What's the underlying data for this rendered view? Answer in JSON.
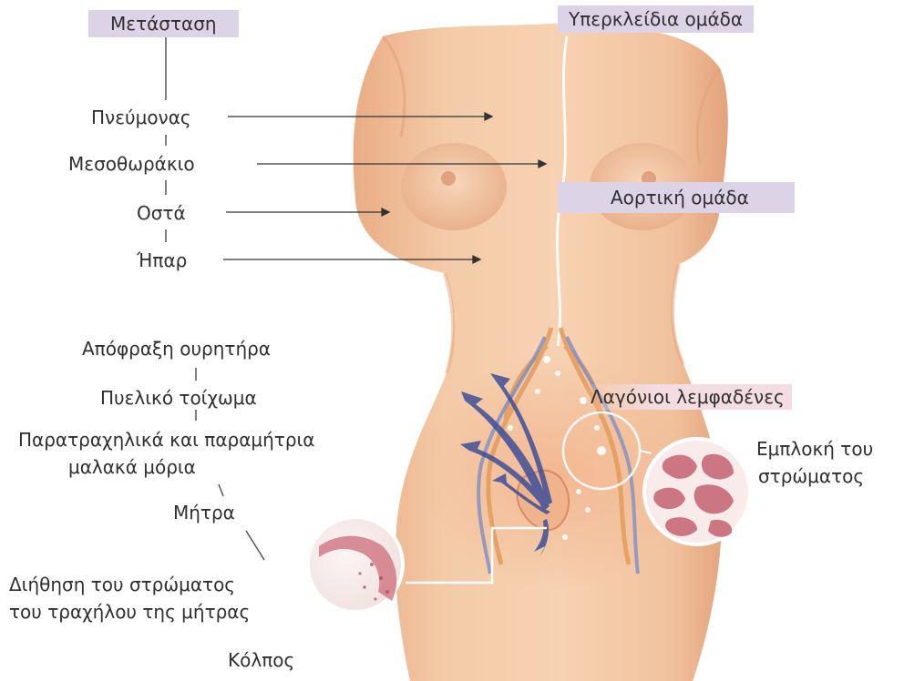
{
  "header_labels": {
    "metastasis": "Μετάσταση",
    "supraclavicular": "Υπερκλείδια ομάδα",
    "aortic": "Αορτική ομάδα",
    "iliac": "Λαγόνιοι λεμφαδένες"
  },
  "metastasis_sites": {
    "lung": "Πνεύμονας",
    "mediastinum": "Μεσοθωράκιο",
    "bones": "Οστά",
    "liver": "Ήπαρ"
  },
  "local_spread": {
    "ureter": "Απόφραξη ουρητήρα",
    "pelvic_wall": "Πυελικό τοίχωμα",
    "parametria_line1": "Παρατραχηλικά και παραμήτρια",
    "parametria_line2": "μαλακά μόρια",
    "uterus": "Μήτρα",
    "stroma_line1": "Διήθηση του στρώματος",
    "stroma_line2": "του τραχήλου της μήτρας",
    "vagina": "Κόλπος"
  },
  "inset_labels": {
    "stroma_involvement_line1": "Εμπλοκή του",
    "stroma_involvement_line2": "στρώματος"
  },
  "colors": {
    "skin": "#f3c9a6",
    "skin_shadow": "#e7ab83",
    "header_purple": "#ddd3e6",
    "header_pink": "#f3dde3",
    "arrow_blue": "#3d4f9a",
    "vessel_orange": "#e39b5d",
    "tissue_pink": "#c96a78"
  }
}
